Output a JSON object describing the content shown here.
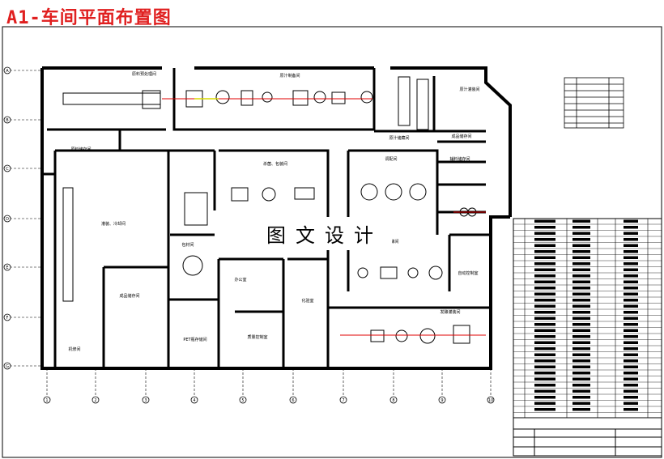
{
  "title": "A1-车间平面布置图",
  "stamp": "图文设计",
  "rooms": [
    {
      "id": "r1",
      "label": "原料预处理间"
    },
    {
      "id": "r2",
      "label": "原汁制备间"
    },
    {
      "id": "r3",
      "label": "原汁灌装间"
    },
    {
      "id": "r4",
      "label": "原料储存间"
    },
    {
      "id": "r5",
      "label": "原汁储藏间"
    },
    {
      "id": "r6",
      "label": "成品储存间"
    },
    {
      "id": "r7",
      "label": "灌装、冷却间"
    },
    {
      "id": "r8",
      "label": "杀菌、包装间"
    },
    {
      "id": "r9",
      "label": "调配间"
    },
    {
      "id": "r10",
      "label": "辅料储存间"
    },
    {
      "id": "r11",
      "label": "成品储存间"
    },
    {
      "id": "r12",
      "label": "发酵间"
    },
    {
      "id": "r13",
      "label": "自动控制室"
    },
    {
      "id": "r14",
      "label": "包材间"
    },
    {
      "id": "r15",
      "label": "化验室"
    },
    {
      "id": "r16",
      "label": "质量控制室"
    },
    {
      "id": "r17",
      "label": "办公室"
    },
    {
      "id": "r18",
      "label": "PET瓶存储间"
    },
    {
      "id": "r19",
      "label": "机修间"
    },
    {
      "id": "r20",
      "label": "发酵灌装间"
    }
  ],
  "axes": {
    "columns": [
      "1",
      "2",
      "3",
      "4",
      "5",
      "6",
      "7",
      "8",
      "9",
      "10"
    ],
    "rows": [
      "A",
      "B",
      "C",
      "D",
      "E",
      "F",
      "G"
    ]
  }
}
